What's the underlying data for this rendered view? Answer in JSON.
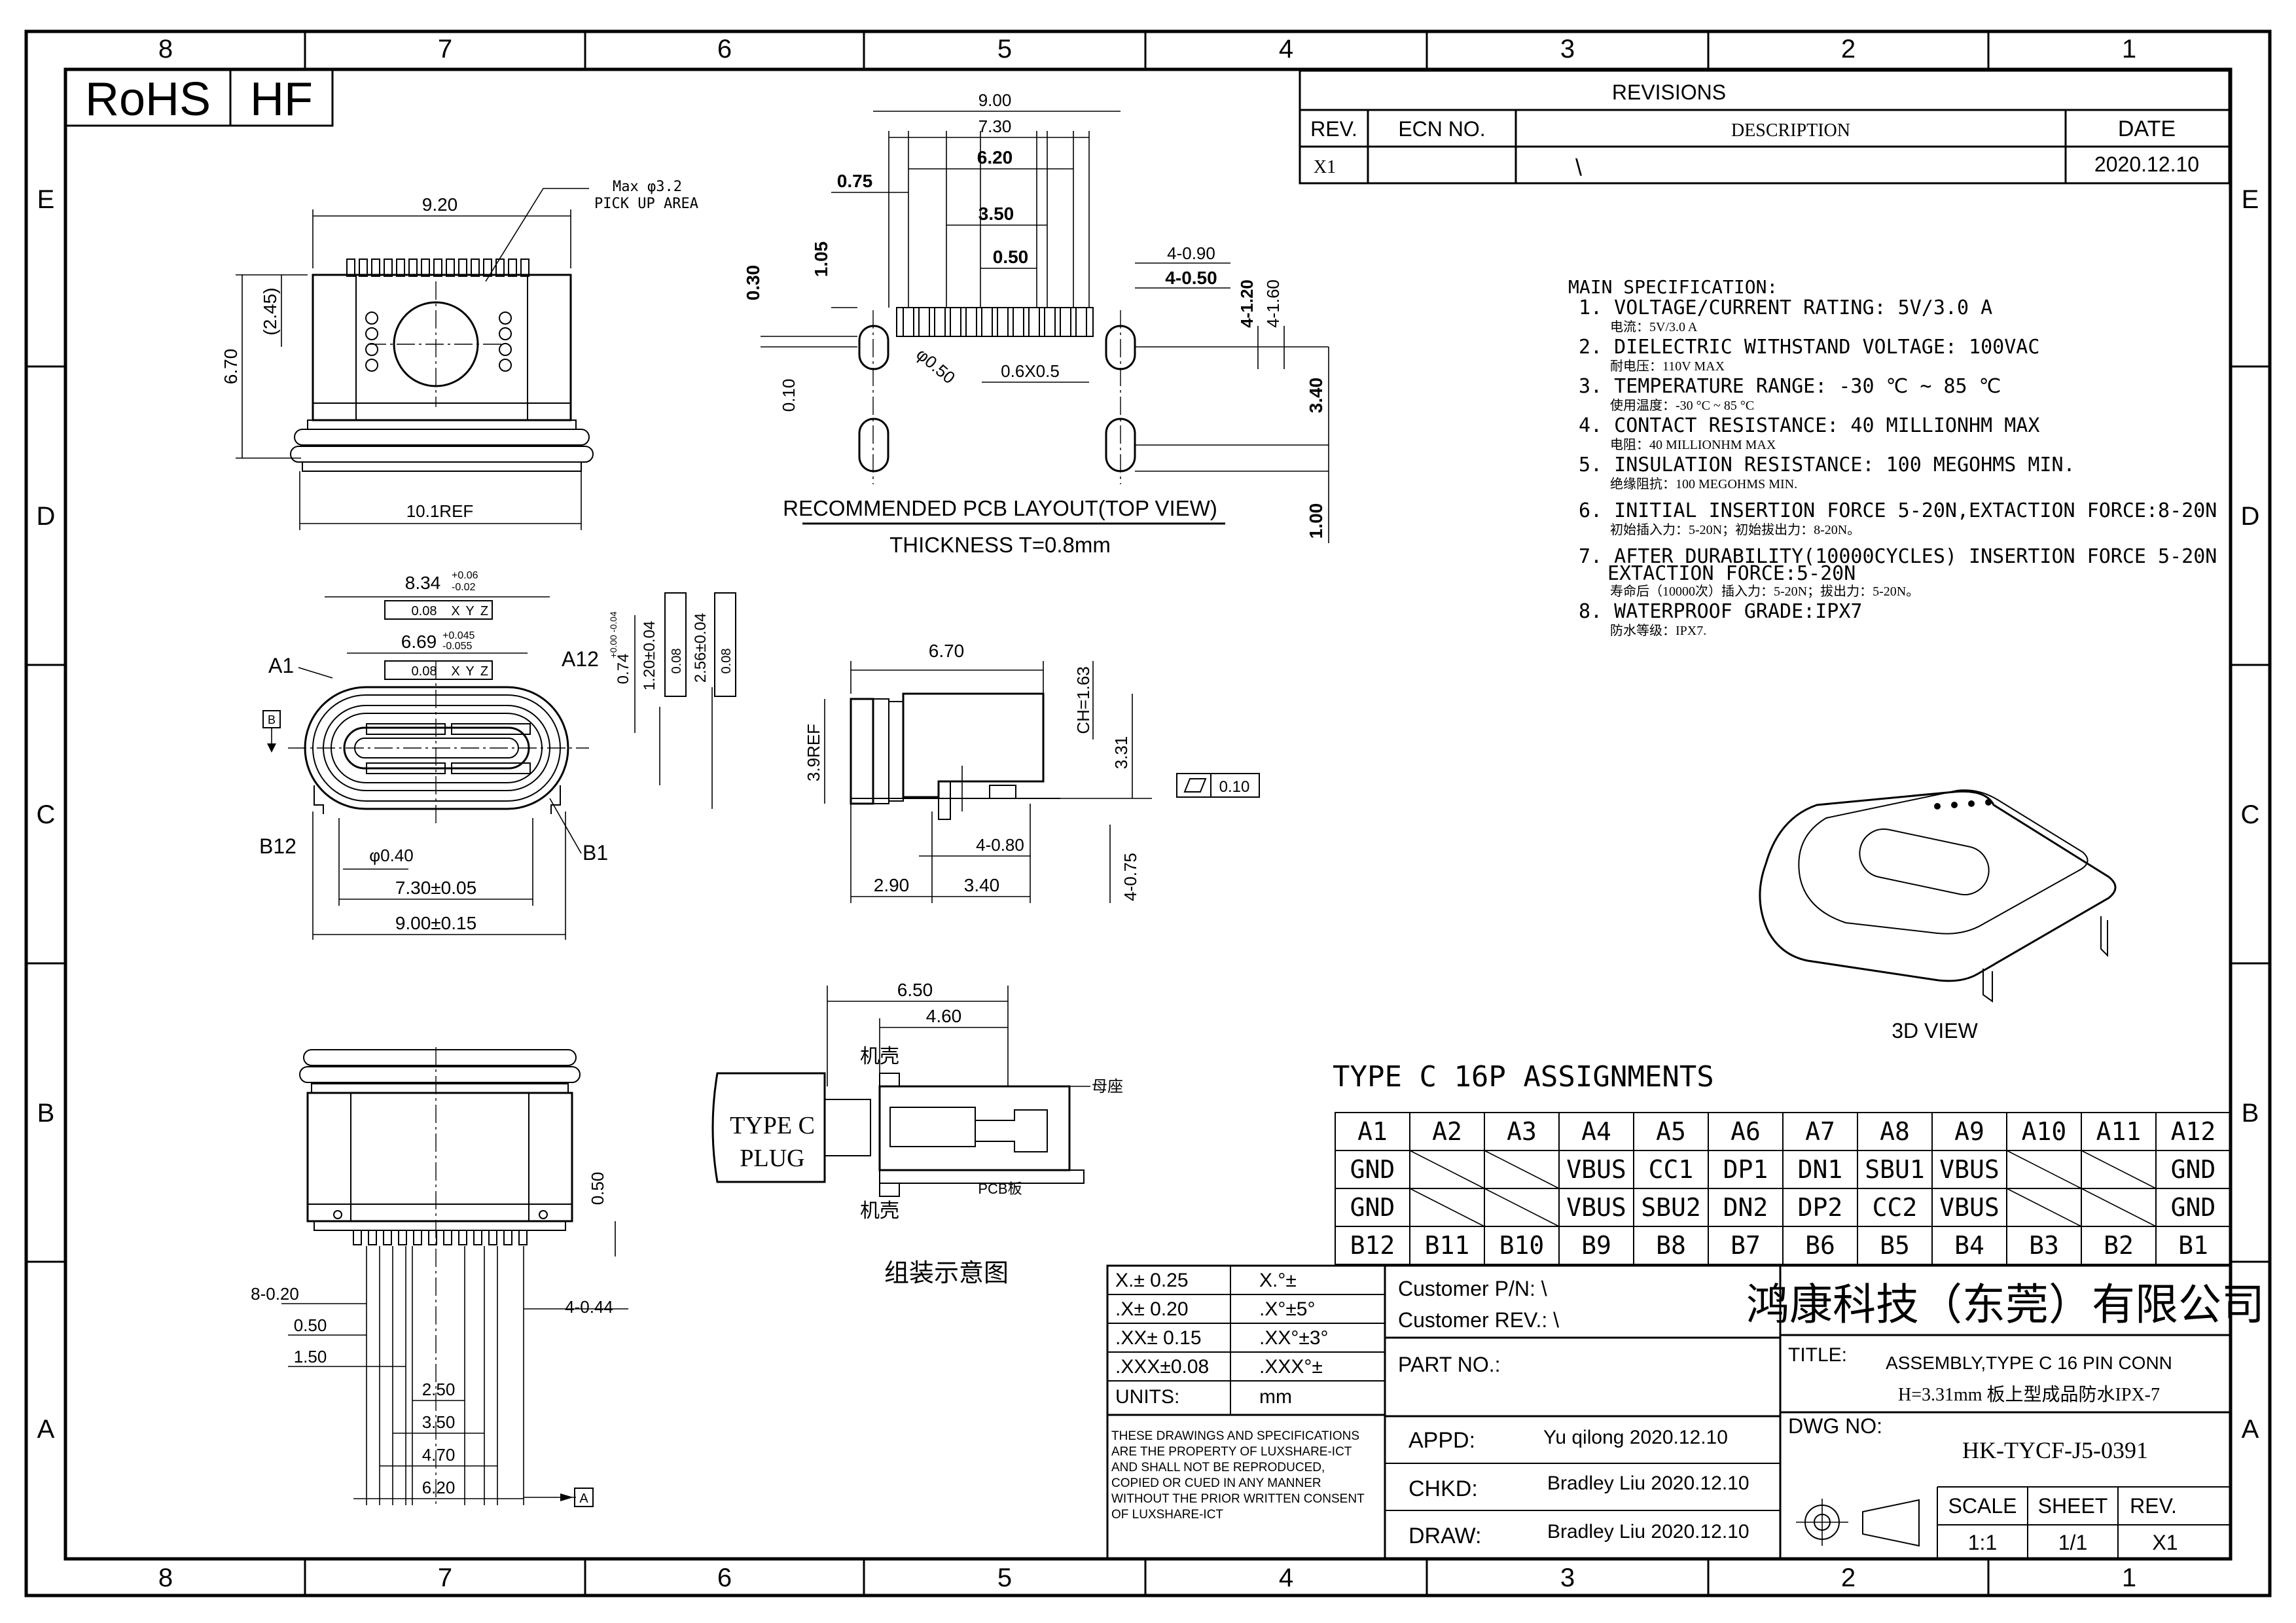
{
  "border": {
    "columns": [
      "8",
      "7",
      "6",
      "5",
      "4",
      "3",
      "2",
      "1"
    ],
    "rows": [
      "E",
      "D",
      "C",
      "B",
      "A"
    ]
  },
  "compliance": {
    "rohs": "RoHS",
    "hf": "HF"
  },
  "revisions": {
    "title": "REVISIONS",
    "headers": [
      "REV.",
      "ECN NO.",
      "DESCRIPTION",
      "DATE"
    ],
    "rows": [
      [
        "X1",
        "",
        "\\",
        "2020.12.10"
      ]
    ]
  },
  "views": {
    "front": {
      "width": "9.20",
      "height": "6.70",
      "offset": "(2.45)",
      "ref": "10.1REF",
      "pickup": "Max φ3.2",
      "pickup2": "PICK UP AREA"
    },
    "pcb": {
      "d900": "9.00",
      "d730": "7.30",
      "d620": "6.20",
      "d075": "0.75",
      "d350": "3.50",
      "d050": "0.50",
      "d105": "1.05",
      "d030": "0.30",
      "d010": "0.10",
      "d490": "4-0.90",
      "d450": "4-0.50",
      "d4120": "4-1.20",
      "d4160": "4-1.60",
      "d050b": "φ0.50",
      "d06x05": "0.6X0.5",
      "d340": "3.40",
      "d100": "1.00",
      "title": "RECOMMENDED PCB LAYOUT(TOP VIEW)",
      "thickness": "THICKNESS T=0.8mm"
    },
    "socket": {
      "d834": "8.34",
      "d834tol_up": "+0.06",
      "d834tol_dn": "-0.02",
      "d669": "6.69",
      "d669tol_up": "+0.045",
      "d669tol_dn": "-0.055",
      "tol": "0.08",
      "x": "X",
      "y": "Y",
      "z": "Z",
      "d074": "0.74",
      "d074tol": "+0.00 -0.04",
      "d120": "1.20±0.04",
      "d256": "2.56±0.04",
      "a1": "A1",
      "a12": "A12",
      "b12": "B12",
      "b1": "B1",
      "d040": "φ0.40",
      "d730": "7.30±0.05",
      "d900": "9.00±0.15",
      "datum": "B"
    },
    "side": {
      "d670": "6.70",
      "d39": "3.9REF",
      "ch": "CH=1.63",
      "d331": "3.31",
      "d480": "4-0.80",
      "d290": "2.90",
      "d340": "3.40",
      "d475": "4-0.75",
      "flat": "0.10"
    },
    "bottom": {
      "d820": "8-0.20",
      "d050": "0.50",
      "d150": "1.50",
      "d250": "2.50",
      "d350": "3.50",
      "d470": "4.70",
      "d620": "6.20",
      "d444": "4-0.44",
      "d050b": "0.50",
      "datum": "A"
    },
    "assembly": {
      "d650": "6.50",
      "d460": "4.60",
      "plug1": "TYPE C",
      "plug2": "PLUG",
      "shell1": "机壳",
      "shell2": "机壳",
      "mother": "母座",
      "pcb": "PCB板",
      "caption": "组装示意图"
    },
    "view3d": "3D VIEW"
  },
  "spec": {
    "heading": "MAIN SPECIFICATION:",
    "items": [
      {
        "en": "1. VOLTAGE/CURRENT RATING: 5V/3.0 A",
        "cn": "电流：5V/3.0 A"
      },
      {
        "en": "2. DIELECTRIC WITHSTAND VOLTAGE: 100VAC",
        "cn": "耐电压：110V MAX"
      },
      {
        "en": "3. TEMPERATURE RANGE: -30 ℃ ~ 85 ℃",
        "cn": "使用温度：-30 °C ~ 85 °C"
      },
      {
        "en": "4. CONTACT RESISTANCE: 40 MILLIONHM MAX",
        "cn": "电阻：40 MILLIONHM MAX"
      },
      {
        "en": "5. INSULATION RESISTANCE: 100 MEGOHMS MIN.",
        "cn": "绝缘阻抗：100 MEGOHMS MIN."
      },
      {
        "en": "6. INITIAL INSERTION FORCE 5-20N,EXTACTION FORCE:8-20N",
        "cn": "初始插入力：5-20N；初始拔出力：8-20N。"
      },
      {
        "en": "7. AFTER DURABILITY(10000CYCLES) INSERTION FORCE 5-20N",
        "en2": "EXTACTION FORCE:5-20N",
        "cn": "寿命后（10000次）插入力：5-20N；拔出力：5-20N。"
      },
      {
        "en": "8. WATERPROOF GRADE:IPX7",
        "cn": "防水等级：IPX7."
      }
    ]
  },
  "pinout": {
    "title": "TYPE C 16P ASSIGNMENTS",
    "top_row": [
      "A1",
      "A2",
      "A3",
      "A4",
      "A5",
      "A6",
      "A7",
      "A8",
      "A9",
      "A10",
      "A11",
      "A12"
    ],
    "a_signals": [
      "GND",
      "",
      "",
      "VBUS",
      "CC1",
      "DP1",
      "DN1",
      "SBU1",
      "VBUS",
      "",
      "",
      "GND"
    ],
    "b_signals": [
      "GND",
      "",
      "",
      "VBUS",
      "SBU2",
      "DN2",
      "DP2",
      "CC2",
      "VBUS",
      "",
      "",
      "GND"
    ],
    "bottom_row": [
      "B12",
      "B11",
      "B10",
      "B9",
      "B8",
      "B7",
      "B6",
      "B5",
      "B4",
      "B3",
      "B2",
      "B1"
    ]
  },
  "tolerances": {
    "rows": [
      [
        "X.± 0.25",
        "X.°±"
      ],
      [
        ".X± 0.20",
        ".X°±5°"
      ],
      [
        ".XX± 0.15",
        ".XX°±3°"
      ],
      [
        ".XXX±0.08",
        ".XXX°±"
      ],
      [
        "UNITS:",
        "mm"
      ]
    ],
    "notice": [
      "THESE DRAWINGS AND SPECIFICATIONS",
      "ARE THE PROPERTY OF LUXSHARE-ICT",
      "AND SHALL NOT BE REPRODUCED,",
      "COPIED OR CUED IN ANY MANNER",
      "WITHOUT THE PRIOR WRITTEN CONSENT",
      "OF LUXSHARE-ICT"
    ]
  },
  "titleblock": {
    "customer_pn": "Customer P/N: \\",
    "customer_rev": "Customer REV.: \\",
    "part_no": "PART NO.:",
    "company": "鸿康科技（东莞）有限公司",
    "title_label": "TITLE:",
    "title1": "ASSEMBLY,TYPE C 16 PIN CONN",
    "title2": "H=3.31mm 板上型成品防水IPX-7",
    "appd_label": "APPD:",
    "appd": "Yu qilong  2020.12.10",
    "chkd_label": "CHKD:",
    "chkd": "Bradley Liu  2020.12.10",
    "draw_label": "DRAW:",
    "draw": "Bradley Liu  2020.12.10",
    "dwg_label": "DWG NO:",
    "dwg": "HK-TYCF-J5-0391",
    "scale_label": "SCALE",
    "scale": "1:1",
    "sheet_label": "SHEET",
    "sheet": "1/1",
    "rev_label": "REV.",
    "rev": "X1"
  }
}
